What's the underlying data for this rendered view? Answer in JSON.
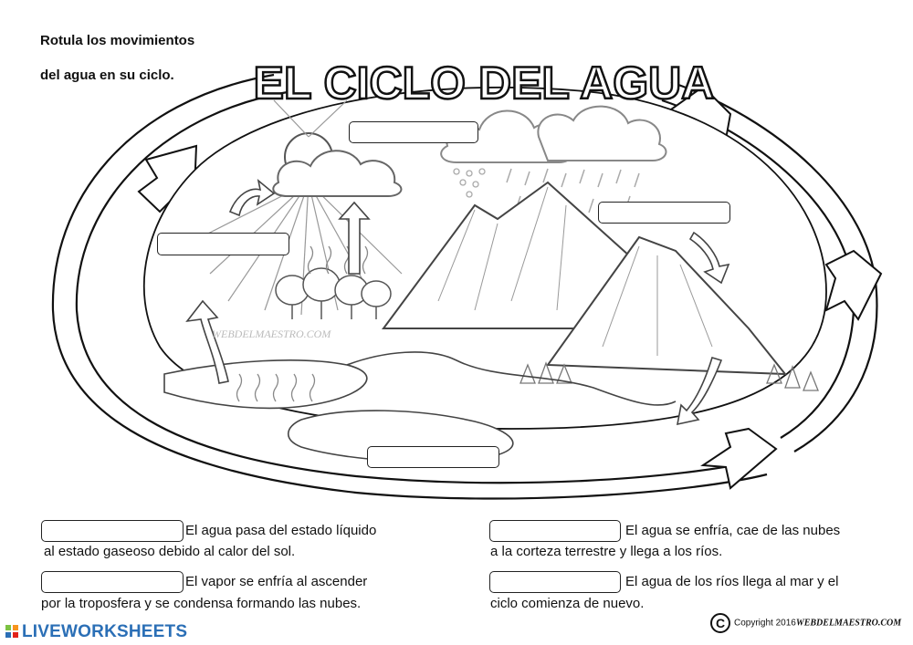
{
  "instructions": {
    "line1": "Rotula los movimientos",
    "line2": "del agua en su ciclo."
  },
  "diagram": {
    "title": "EL CICLO DEL AGUA",
    "watermark": "WEBDELMAESTRO.COM"
  },
  "descriptions": {
    "evaporation": {
      "line1": "El agua pasa del estado líquido",
      "line2": "al estado gaseoso debido al calor del sol."
    },
    "condensation": {
      "line1": "El vapor se enfría al ascender",
      "line2": "por la troposfera y se condensa formando las nubes."
    },
    "precipitation": {
      "line1": "El agua se enfría, cae de las nubes",
      "line2": "a la corteza terrestre y llega a los ríos."
    },
    "runoff": {
      "line1": "El agua de los ríos llega al mar y el",
      "line2": "ciclo comienza de nuevo."
    }
  },
  "footer": {
    "brand": "LIVEWORKSHEETS",
    "copyright_prefix": "Copyright 2016",
    "copyright_site": "WEBDELMAESTRO.COM",
    "copyright_symbol": "C"
  },
  "colors": {
    "brand_blue": "#2b6fb6",
    "brand_green": "#7cc242",
    "brand_orange": "#f7941d"
  }
}
